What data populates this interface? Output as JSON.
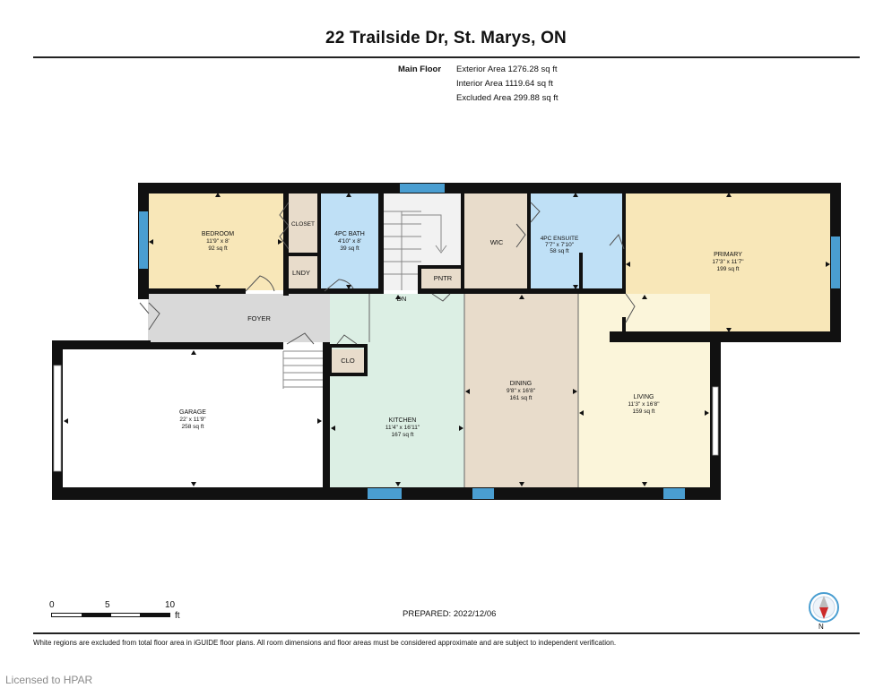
{
  "title": "22 Trailside Dr, St. Marys, ON",
  "floor": {
    "label": "Main Floor",
    "exterior_area": "Exterior Area 1276.28 sq ft",
    "interior_area": "Interior Area 1119.64 sq ft",
    "excluded_area": "Excluded Area 299.88 sq ft"
  },
  "rooms": {
    "bedroom": {
      "name": "BEDROOM",
      "dims": "11'9\" x 8'",
      "area": "92 sq ft"
    },
    "closet": {
      "name": "CLOSET"
    },
    "bath": {
      "name": "4PC BATH",
      "dims": "4'10\" x 8'",
      "area": "39 sq ft"
    },
    "lndy": {
      "name": "LNDY"
    },
    "wic": {
      "name": "WIC"
    },
    "ensuite": {
      "name": "4PC ENSUITE",
      "dims": "7'7\" x 7'10\"",
      "area": "58 sq ft"
    },
    "primary": {
      "name": "PRIMARY",
      "dims": "17'3\" x 11'7\"",
      "area": "199 sq ft"
    },
    "pntr": {
      "name": "PNTR"
    },
    "dn": {
      "name": "DN"
    },
    "foyer": {
      "name": "FOYER"
    },
    "clo": {
      "name": "CLO"
    },
    "garage": {
      "name": "GARAGE",
      "dims": "22' x 11'9\"",
      "area": "258 sq ft"
    },
    "kitchen": {
      "name": "KITCHEN",
      "dims": "11'4\" x 16'11\"",
      "area": "167 sq ft"
    },
    "dining": {
      "name": "DINING",
      "dims": "9'8\" x 16'8\"",
      "area": "161 sq ft"
    },
    "living": {
      "name": "LIVING",
      "dims": "11'3\" x 16'8\"",
      "area": "159 sq ft"
    }
  },
  "colors": {
    "bedroom": "#f8e7b8",
    "closet": "#e8dccb",
    "bath": "#bfe0f6",
    "ensuite": "#bfe0f6",
    "wic": "#e8dccb",
    "primary": "#f8e7b8",
    "foyer": "#d9d9d9",
    "kitchen": "#dcefe4",
    "dining": "#e8dccb",
    "living": "#fbf5da",
    "garage": "#ffffff",
    "wall": "#111111",
    "window": "#4a9ed1"
  },
  "scale": {
    "ticks": [
      "0",
      "5",
      "10"
    ],
    "unit": "ft"
  },
  "prepared": "PREPARED: 2022/12/06",
  "compass_label": "N",
  "footnote": "White regions are excluded from total floor area in iGUIDE floor plans. All room dimensions and floor areas must be considered approximate and are subject to independent verification.",
  "license": "Licensed to HPAR"
}
